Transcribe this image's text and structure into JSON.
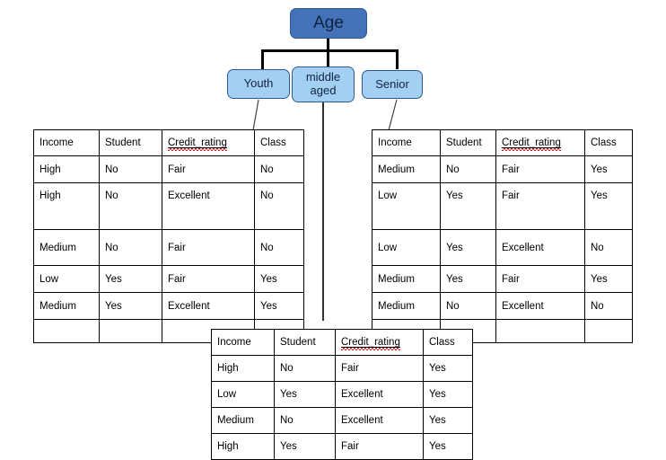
{
  "diagram": {
    "title_node": "Age",
    "branches": [
      "Youth",
      "middle\naged",
      "Senior"
    ],
    "branch_labels": {
      "left": "Youth",
      "middle_line1": "middle",
      "middle_line2": "aged",
      "right": "Senior"
    },
    "colors": {
      "root_fill": "#4472B8",
      "child_fill": "#A3CFF2",
      "node_border": "#2E5A94",
      "line": "#000000",
      "table_border": "#000000",
      "spellcheck_underline": "#d42020",
      "background": "#ffffff",
      "text": "#000000"
    }
  },
  "columns": [
    "Income",
    "Student",
    "Credit_rating",
    "Class"
  ],
  "tables": {
    "youth": {
      "name": "youth-table",
      "headers": [
        "Income",
        "Student",
        "Credit_rating",
        "Class"
      ],
      "rows": [
        [
          "High",
          "No",
          "Fair",
          "No"
        ],
        [
          "High",
          "No",
          "Excellent",
          "No"
        ],
        [
          "Medium",
          "No",
          "Fair",
          "No"
        ],
        [
          "Low",
          "Yes",
          "Fair",
          "Yes"
        ],
        [
          "Medium",
          "Yes",
          "Excellent",
          "Yes"
        ]
      ]
    },
    "middle_aged": {
      "name": "middle-aged-table",
      "headers": [
        "Income",
        "Student",
        "Credit_rating",
        "Class"
      ],
      "rows": [
        [
          "High",
          "No",
          "Fair",
          "Yes"
        ],
        [
          "Low",
          "Yes",
          "Excellent",
          "Yes"
        ],
        [
          "Medium",
          "No",
          "Excellent",
          "Yes"
        ],
        [
          "High",
          "Yes",
          "Fair",
          "Yes"
        ]
      ]
    },
    "senior": {
      "name": "senior-table",
      "headers": [
        "Income",
        "Student",
        "Credit_rating",
        "Class"
      ],
      "rows": [
        [
          "Medium",
          "No",
          "Fair",
          "Yes"
        ],
        [
          "Low",
          "Yes",
          "Fair",
          "Yes"
        ],
        [
          "Low",
          "Yes",
          "Excellent",
          "No"
        ],
        [
          "Medium",
          "Yes",
          "Fair",
          "Yes"
        ],
        [
          "Medium",
          "No",
          "Excellent",
          "No"
        ]
      ]
    }
  }
}
